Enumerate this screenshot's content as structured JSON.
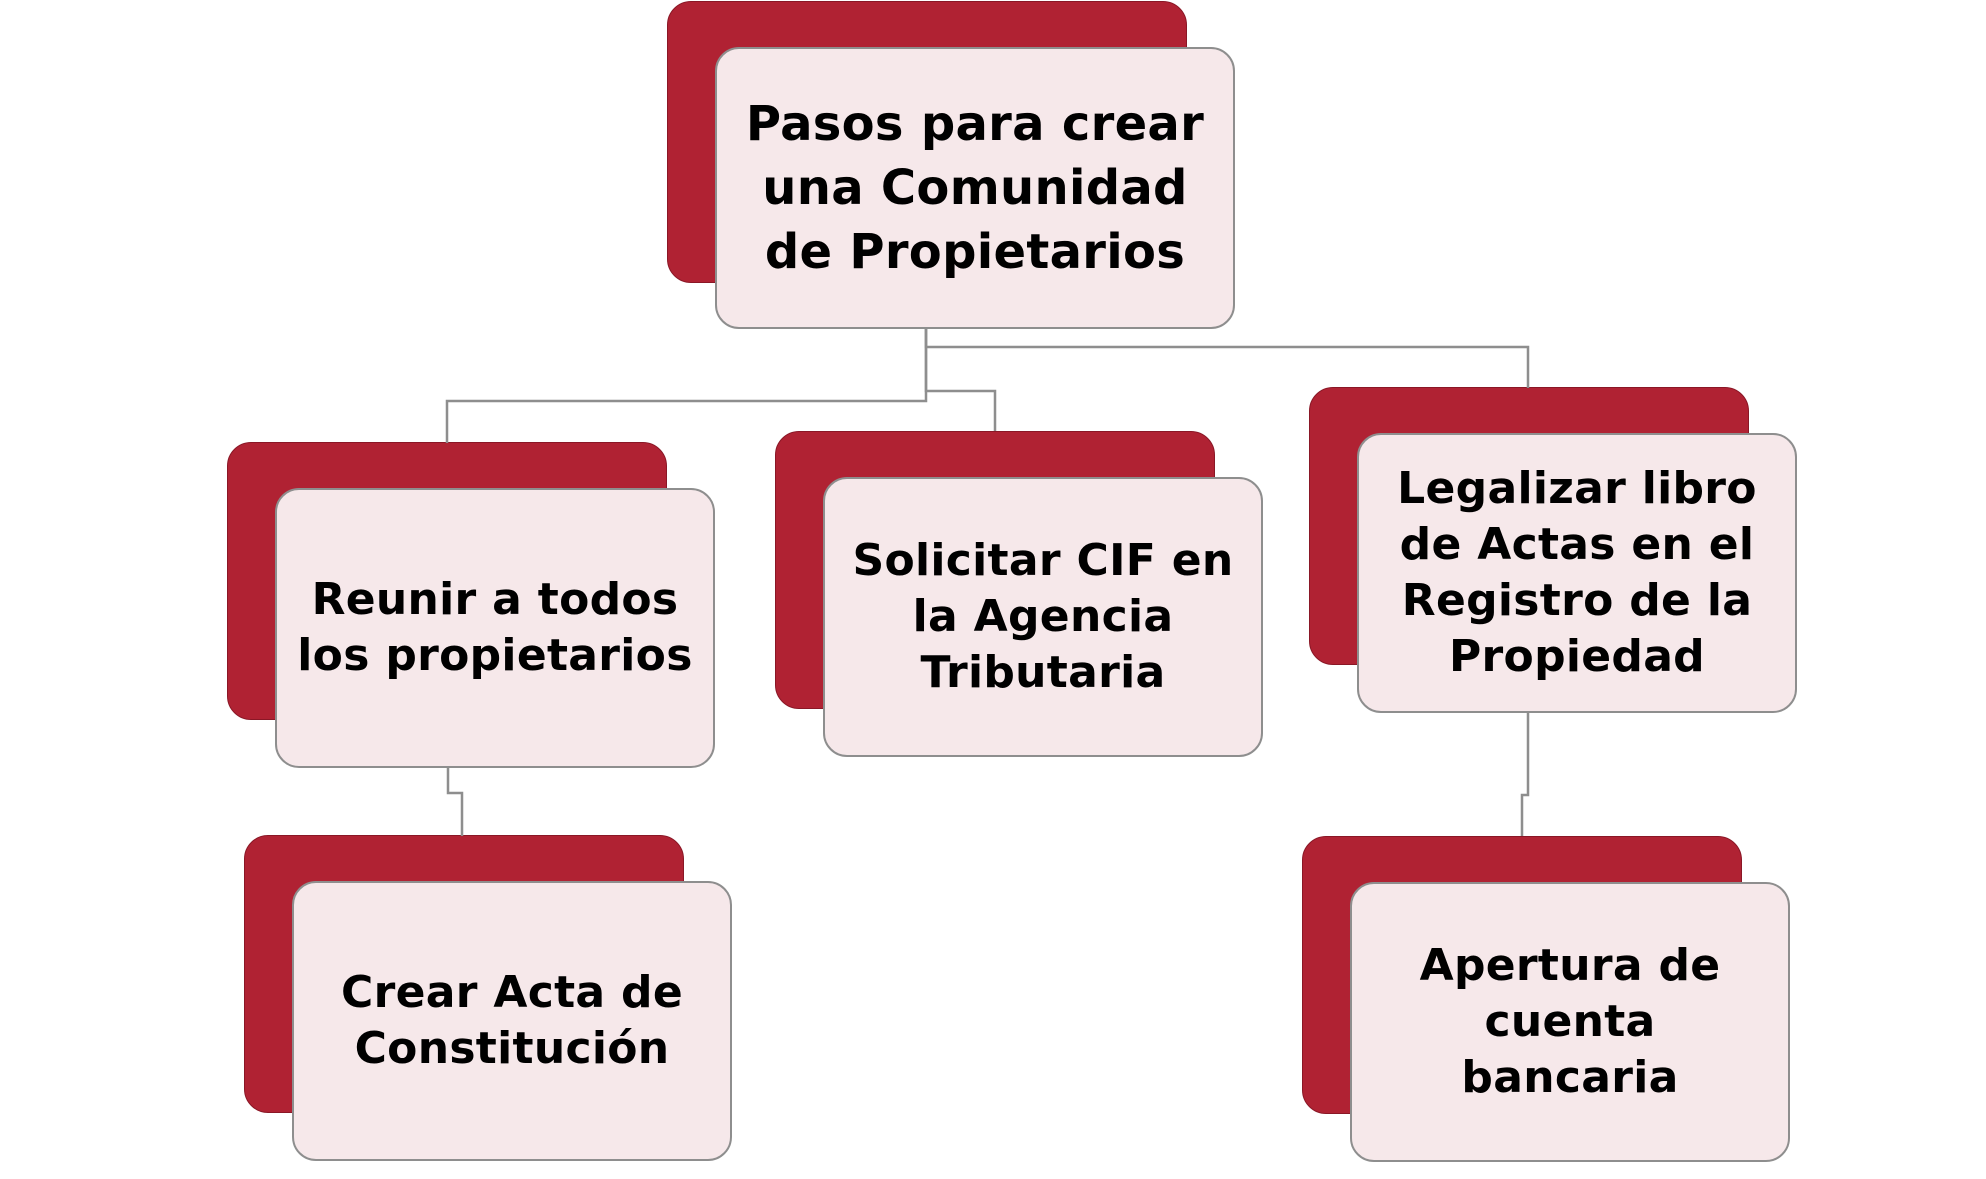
{
  "colors": {
    "accent": "#b02233",
    "front_fill": "#f6e8ea",
    "connector": "#8e8e8e"
  },
  "diagram": {
    "root": {
      "id": "root",
      "label": "Pasos para crear una Comunidad de Propietarios"
    },
    "children": [
      {
        "id": "reunir",
        "label": "Reunir a todos los propietarios",
        "children": [
          {
            "id": "acta",
            "label": "Crear Acta de Constitución"
          }
        ]
      },
      {
        "id": "cif",
        "label": "Solicitar CIF en la Agencia Tributaria",
        "children": []
      },
      {
        "id": "legalizar",
        "label": "Legalizar libro de Actas en el Registro de la Propiedad",
        "children": [
          {
            "id": "cuenta",
            "label": "Apertura de cuenta bancaria"
          }
        ]
      }
    ]
  }
}
